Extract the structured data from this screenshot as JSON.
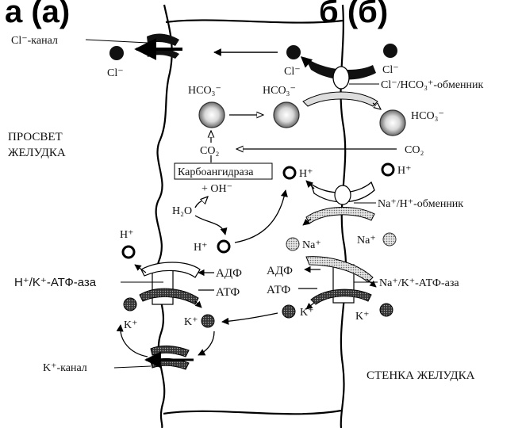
{
  "title": {
    "left": "а (а)",
    "right": "б (б)"
  },
  "regions": {
    "lumen": [
      "ПРОСВЕТ",
      "ЖЕЛУДКА"
    ],
    "wall": "СТЕНКА ЖЕЛУДКА"
  },
  "labels": {
    "cl_channel": "Cl⁻-канал",
    "cl_hco3_exchanger": "Cl⁻/HCO₃⁺-обменник",
    "na_h_exchanger": "Na⁺/H⁺-обменник",
    "hk_atpase": "H⁺/K⁺-АТФ-аза",
    "nak_atpase": "Na⁺/K⁺-АТФ-аза",
    "k_channel": "K⁺-канал",
    "carbonic_anhydrase": "Карбоангидраза",
    "oh": "+ OH⁻",
    "h2o": "H₂O",
    "co2": "CO₂",
    "hco3": "HCO₃⁻",
    "cl": "Cl⁻",
    "h": "H⁺",
    "k": "K⁺",
    "na": "Na⁺",
    "adp": "АДФ",
    "atp": "АТФ"
  }
}
